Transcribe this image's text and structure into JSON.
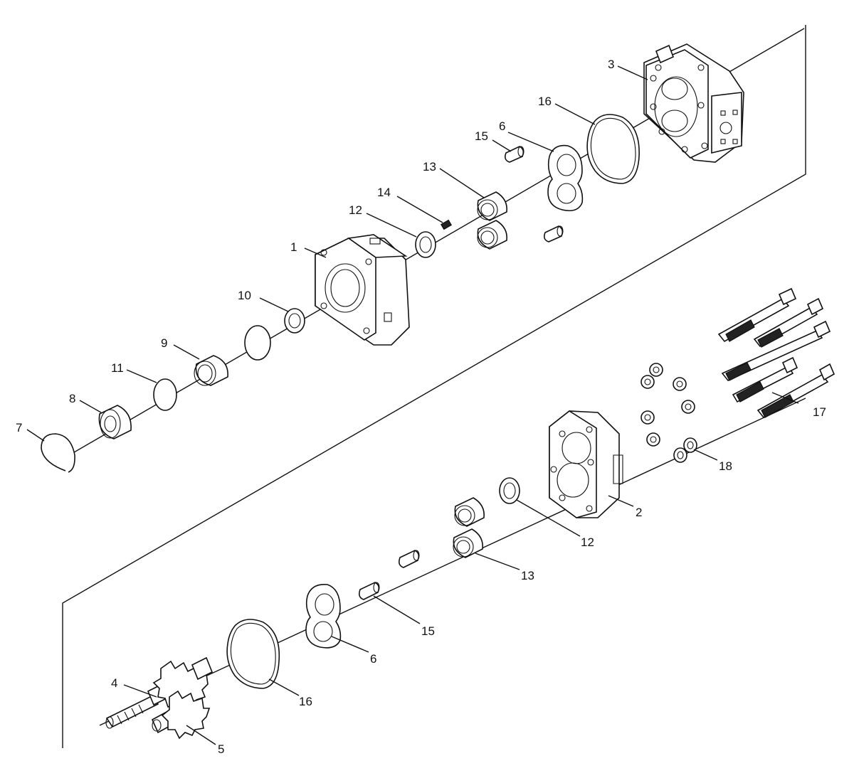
{
  "diagram": {
    "labels": [
      "1",
      "2",
      "3",
      "4",
      "5",
      "6",
      "7",
      "8",
      "9",
      "10",
      "11",
      "12",
      "13",
      "14",
      "15",
      "16",
      "17",
      "18"
    ],
    "callouts": [
      {
        "key": "1",
        "text": "1"
      },
      {
        "key": "2",
        "text": "2"
      },
      {
        "key": "3",
        "text": "3"
      },
      {
        "key": "4",
        "text": "4"
      },
      {
        "key": "5",
        "text": "5"
      },
      {
        "key": "6a",
        "text": "6"
      },
      {
        "key": "6b",
        "text": "6"
      },
      {
        "key": "7",
        "text": "7"
      },
      {
        "key": "8",
        "text": "8"
      },
      {
        "key": "9",
        "text": "9"
      },
      {
        "key": "10",
        "text": "10"
      },
      {
        "key": "11",
        "text": "11"
      },
      {
        "key": "12a",
        "text": "12"
      },
      {
        "key": "12b",
        "text": "12"
      },
      {
        "key": "13a",
        "text": "13"
      },
      {
        "key": "13b",
        "text": "13"
      },
      {
        "key": "14",
        "text": "14"
      },
      {
        "key": "15a",
        "text": "15"
      },
      {
        "key": "15b",
        "text": "15"
      },
      {
        "key": "16a",
        "text": "16"
      },
      {
        "key": "16b",
        "text": "16"
      },
      {
        "key": "17",
        "text": "17"
      },
      {
        "key": "18",
        "text": "18"
      }
    ]
  }
}
